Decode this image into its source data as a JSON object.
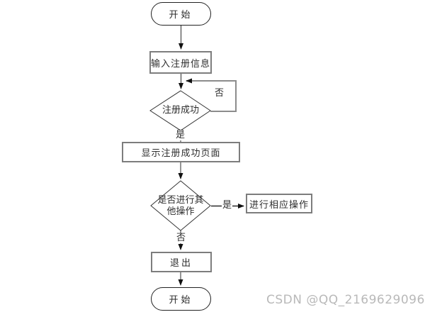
{
  "diagram": {
    "type": "flowchart",
    "nodes": {
      "start_top": "开始",
      "input_info": "输入注册信息",
      "check_register": "注册成功",
      "show_success": "显示注册成功页面",
      "other_ops": "是否进行其他操作",
      "perform_ops": "进行相应操作",
      "exit": "退出",
      "start_bottom": "开始"
    },
    "edge_labels": {
      "no_register_loop": "否",
      "yes_register": "是",
      "yes_other_ops": "是",
      "no_other_ops": "否"
    }
  },
  "watermark": "CSDN @QQ_2169629096",
  "colors": {
    "background": "#ffffff",
    "connector_line": "#2b2b2b",
    "loop_line": "#8c8c8c",
    "shape_border_rect": "#7d7d7d",
    "shape_border_round": "#222222",
    "text": "#2d2d2d",
    "watermark": "#b9b9b9"
  }
}
